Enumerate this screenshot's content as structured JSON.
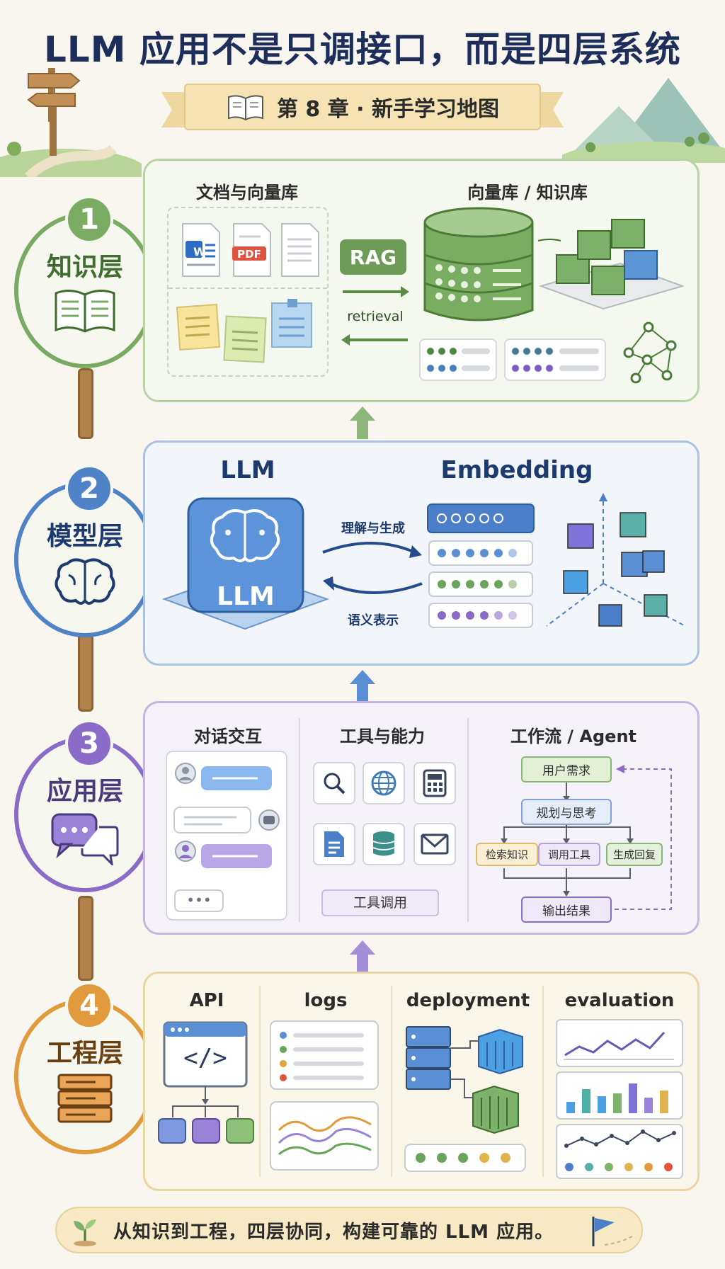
{
  "title": "LLM 应用不是只调接口，而是四层系统",
  "subtitle": "第 8 章 · 新手学习地图",
  "layers": [
    {
      "num": "1",
      "name": "知识层",
      "color": "#6ea35a"
    },
    {
      "num": "2",
      "name": "模型层",
      "color": "#4f82c6"
    },
    {
      "num": "3",
      "name": "应用层",
      "color": "#8a6cc8"
    },
    {
      "num": "4",
      "name": "工程层",
      "color": "#e19a3c"
    }
  ],
  "knowledge": {
    "docs_title": "文档与向量库",
    "store_title": "向量库 / 知识库",
    "rag_label": "RAG",
    "retrieval_label": "retrieval",
    "pdf_label": "PDF",
    "word_label": "W"
  },
  "model": {
    "llm_title": "LLM",
    "embedding_title": "Embedding",
    "chip_label": "LLM",
    "generate_label": "理解与生成",
    "semantic_label": "语义表示"
  },
  "application": {
    "chat_title": "对话交互",
    "tools_title": "工具与能力",
    "workflow_title": "工作流 / Agent",
    "tool_call_label": "工具调用",
    "flow": {
      "user_need": "用户需求",
      "plan": "规划与思考",
      "retrieve": "检索知识",
      "call_tool": "调用工具",
      "generate": "生成回复",
      "output": "输出结果"
    },
    "typing": "•••"
  },
  "engineering": {
    "api_title": "API",
    "logs_title": "logs",
    "deploy_title": "deployment",
    "eval_title": "evaluation",
    "code_label": "</>"
  },
  "footer": "从知识到工程，四层协同，构建可靠的 LLM 应用。"
}
